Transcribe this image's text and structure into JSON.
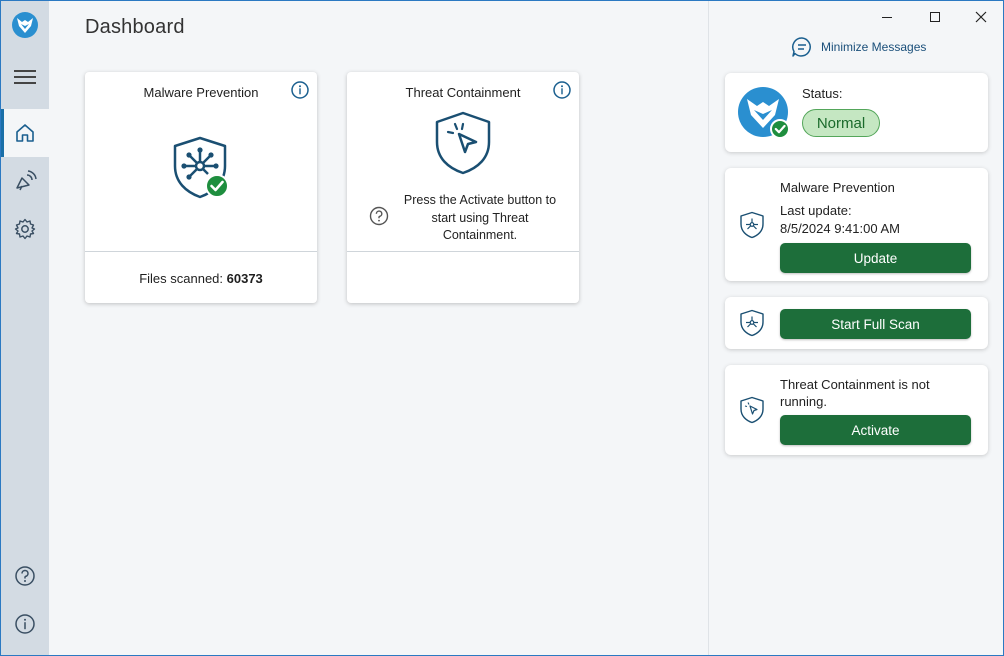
{
  "sidebar": {
    "items": [
      {
        "name": "menu",
        "icon": "hamburger-icon"
      },
      {
        "name": "home",
        "icon": "home-icon",
        "active": true
      },
      {
        "name": "notifications",
        "icon": "broadcast-icon"
      },
      {
        "name": "settings",
        "icon": "gear-icon"
      }
    ],
    "bottom": [
      {
        "name": "help",
        "icon": "question-icon"
      },
      {
        "name": "about",
        "icon": "info-icon"
      }
    ]
  },
  "main": {
    "title": "Dashboard",
    "cards": {
      "malware": {
        "title": "Malware Prevention",
        "footer_label": "Files scanned: ",
        "footer_value": "60373"
      },
      "threat": {
        "title": "Threat Containment",
        "message": "Press the Activate button to start using Threat Containment."
      }
    }
  },
  "right_panel": {
    "minimize_messages": "Minimize Messages",
    "status": {
      "label": "Status:",
      "value": "Normal"
    },
    "malware_card": {
      "title": "Malware Prevention",
      "last_update_label": "Last update:",
      "last_update_value": "8/5/2024 9:41:00 AM",
      "button": "Update"
    },
    "scan_card": {
      "button": "Start Full Scan"
    },
    "threat_card": {
      "message": "Threat Containment is not running.",
      "button": "Activate"
    }
  },
  "colors": {
    "accent": "#1a6fa8",
    "success": "#1d6e3a",
    "sidebar": "#d3dbe3",
    "background": "#f4f6f8"
  }
}
